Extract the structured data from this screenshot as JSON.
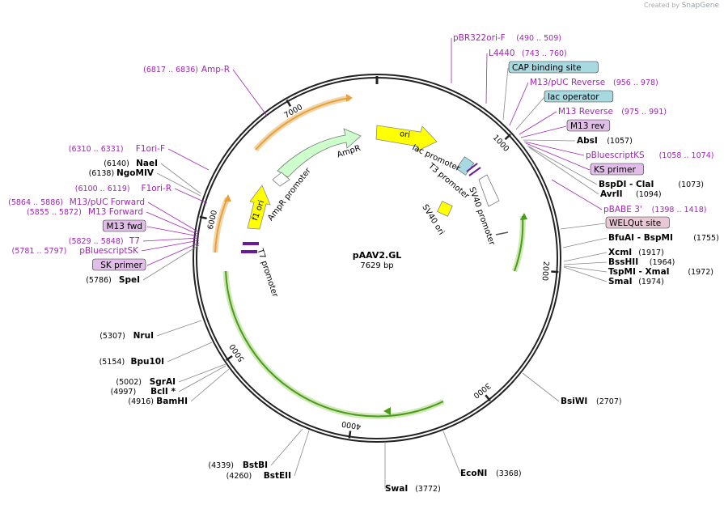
{
  "watermark": {
    "created_by": "Created by",
    "brand": "SnapGene"
  },
  "plasmid": {
    "name": "pAAV2.GL",
    "size_label": "7629 bp",
    "length": 7629
  },
  "ticks": [
    {
      "label": "1000",
      "bp": 1000
    },
    {
      "label": "2000",
      "bp": 2000
    },
    {
      "label": "3000",
      "bp": 3000
    },
    {
      "label": "4000",
      "bp": 4000
    },
    {
      "label": "5000",
      "bp": 5000
    },
    {
      "label": "6000",
      "bp": 6000
    },
    {
      "label": "7000",
      "bp": 7000
    }
  ],
  "features": [
    {
      "name": "ori",
      "color": "#ffff00",
      "kind": "arrow-label-inside"
    },
    {
      "name": "AmpR",
      "color": "#ccffcc",
      "kind": "arrow"
    },
    {
      "name": "AmpR promoter",
      "color": "#ffffff",
      "kind": "arrow"
    },
    {
      "name": "f1 ori",
      "color": "#ffff00",
      "kind": "arrow-label-inside"
    },
    {
      "name": "lac promoter",
      "color": "#ffffff",
      "kind": "small"
    },
    {
      "name": "T3 promoter",
      "color": "#ffffff",
      "kind": "small"
    },
    {
      "name": "SV40 promoter",
      "color": "#ffffff",
      "kind": "arrow"
    },
    {
      "name": "SV40 ori",
      "color": "#ffff00",
      "kind": "box"
    },
    {
      "name": "T7 promoter",
      "color": "#ffffff",
      "kind": "small"
    }
  ],
  "colors": {
    "primer": "#d9a9e3",
    "site_magenta": "#9c27b0",
    "protein_teal": "#a8d8e0",
    "welqut": "#e8c8d4",
    "orf": "#4caf50",
    "orange": "#e8a03c"
  },
  "left_labels": [
    {
      "pos": "(6817 .. 6836)",
      "name": "Amp-R",
      "style": "magenta"
    },
    {
      "pos": "(6310 .. 6331)",
      "name": "F1ori-F",
      "style": "magenta"
    },
    {
      "pos": "(6140)",
      "name": "NaeI",
      "style": "site"
    },
    {
      "pos": "(6138)",
      "name": "NgoMIV",
      "style": "site"
    },
    {
      "pos": "(6100 .. 6119)",
      "name": "F1ori-R",
      "style": "magenta"
    },
    {
      "pos": "(5864 .. 5886)",
      "name": "M13/pUC Forward",
      "style": "magenta"
    },
    {
      "pos": "(5855 .. 5872)",
      "name": "M13 Forward",
      "style": "magenta"
    },
    {
      "pos": "",
      "name": "M13 fwd",
      "style": "box-primer"
    },
    {
      "pos": "(5829 .. 5848)",
      "name": "T7",
      "style": "magenta"
    },
    {
      "pos": "(5781 .. 5797)",
      "name": "pBluescriptSK",
      "style": "magenta"
    },
    {
      "pos": "",
      "name": "SK primer",
      "style": "box-primer"
    },
    {
      "pos": "(5786)",
      "name": "SpeI",
      "style": "site"
    },
    {
      "pos": "(5307)",
      "name": "NruI",
      "style": "site"
    },
    {
      "pos": "(5154)",
      "name": "Bpu10I",
      "style": "site"
    },
    {
      "pos": "(5002)",
      "name": "SgrAI",
      "style": "site"
    },
    {
      "pos": "(4997)",
      "name": "BclI *",
      "style": "site"
    },
    {
      "pos": "(4916)",
      "name": "BamHI",
      "style": "site"
    },
    {
      "pos": "(4339)",
      "name": "BstBI",
      "style": "site"
    },
    {
      "pos": "(4260)",
      "name": "BstEII",
      "style": "site"
    }
  ],
  "right_labels": [
    {
      "pos": "(490 .. 509)",
      "name": "pBR322ori-F",
      "style": "magenta"
    },
    {
      "pos": "(743 .. 760)",
      "name": "L4440",
      "style": "magenta"
    },
    {
      "pos": "",
      "name": "CAP binding site",
      "style": "box-protein"
    },
    {
      "pos": "(956 .. 978)",
      "name": "M13/pUC Reverse",
      "style": "magenta"
    },
    {
      "pos": "",
      "name": "lac operator",
      "style": "box-protein"
    },
    {
      "pos": "(975 .. 991)",
      "name": "M13 Reverse",
      "style": "magenta"
    },
    {
      "pos": "",
      "name": "M13 rev",
      "style": "box-primer"
    },
    {
      "pos": "(1057)",
      "name": "AbsI",
      "style": "site"
    },
    {
      "pos": "(1058 .. 1074)",
      "name": "pBluescriptKS",
      "style": "magenta"
    },
    {
      "pos": "",
      "name": "KS primer",
      "style": "box-primer"
    },
    {
      "pos": "(1073)",
      "name": "BspDI  - ClaI",
      "style": "site"
    },
    {
      "pos": "(1094)",
      "name": "AvrII",
      "style": "site"
    },
    {
      "pos": "(1398 .. 1418)",
      "name": "pBABE 3'",
      "style": "magenta"
    },
    {
      "pos": "",
      "name": "WELQut site",
      "style": "box-welqut"
    },
    {
      "pos": "(1755)",
      "name": "BfuAI  - BspMI",
      "style": "site"
    },
    {
      "pos": "(1917)",
      "name": "XcmI",
      "style": "site"
    },
    {
      "pos": "(1964)",
      "name": "BssHII",
      "style": "site"
    },
    {
      "pos": "(1972)",
      "name": "TspMI  - XmaI",
      "style": "site"
    },
    {
      "pos": "(1974)",
      "name": "SmaI",
      "style": "site"
    },
    {
      "pos": "(2707)",
      "name": "BsiWI",
      "style": "site"
    },
    {
      "pos": "(3368)",
      "name": "EcoNI",
      "style": "site"
    },
    {
      "pos": "(3772)",
      "name": "SwaI",
      "style": "site"
    }
  ]
}
